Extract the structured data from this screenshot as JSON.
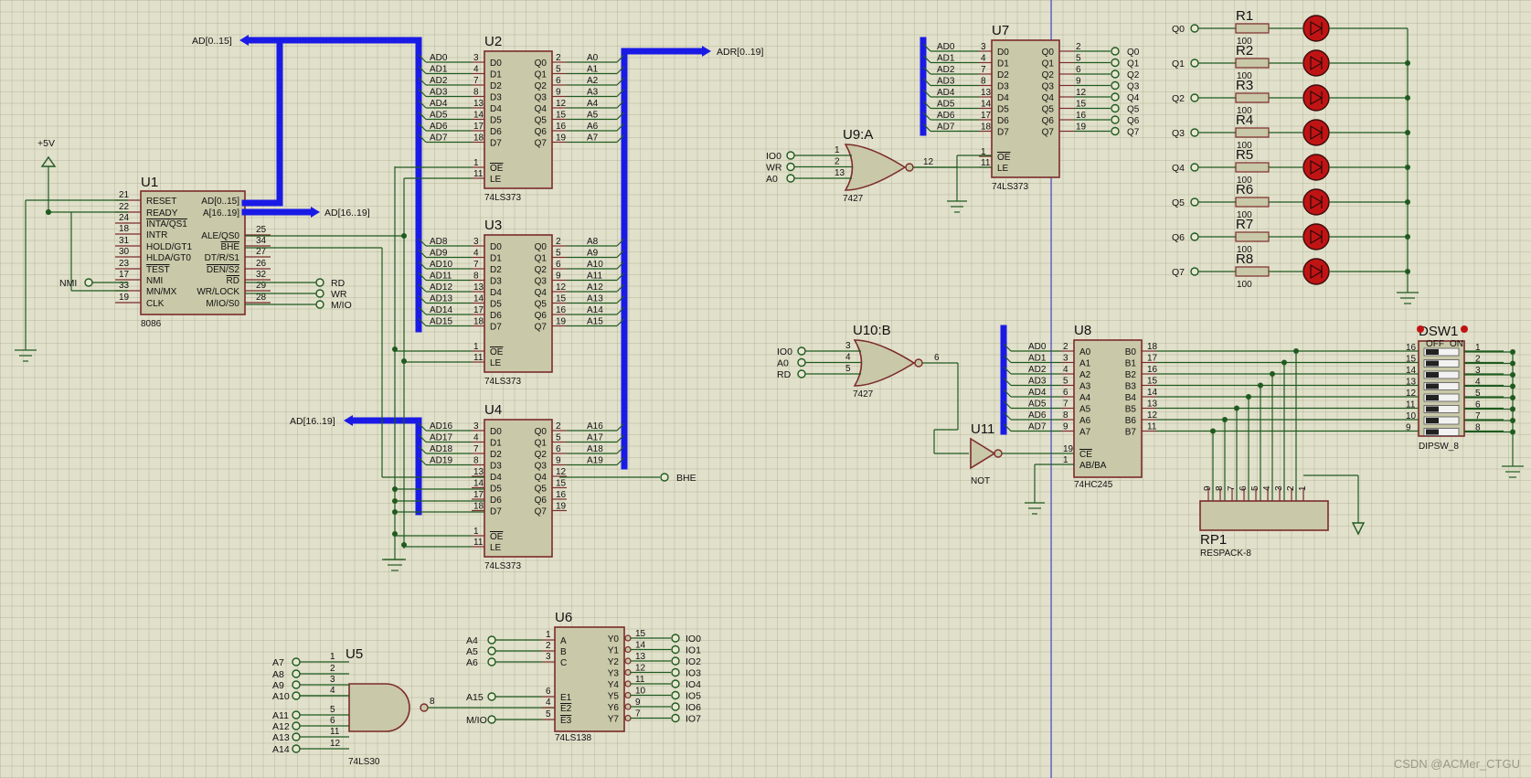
{
  "parts": {
    "U1": {
      "ref": "U1",
      "type": "8086",
      "left": [
        "RESET",
        "READY",
        "INTA/QS1",
        "INTR",
        "HOLD/GT1",
        "HLDA/GT0",
        "TEST",
        "NMI",
        "MN/MX",
        "CLK"
      ],
      "left_pins": [
        "21",
        "22",
        "24",
        "18",
        "31",
        "30",
        "23",
        "17",
        "33",
        "19"
      ],
      "right": [
        "AD[0..15]",
        "A[16..19]",
        "ALE/QS0",
        "BHE",
        "DT/R/S1",
        "DEN/S2",
        "RD",
        "WR/LOCK",
        "M/IO/S0"
      ],
      "right_pins": [
        "",
        "",
        "25",
        "34",
        "27",
        "26",
        "32",
        "29",
        "28"
      ]
    },
    "U2": {
      "ref": "U2",
      "type": "74LS373"
    },
    "U3": {
      "ref": "U3",
      "type": "74LS373"
    },
    "U4": {
      "ref": "U4",
      "type": "74LS373"
    },
    "U7": {
      "ref": "U7",
      "type": "74LS373"
    },
    "U5": {
      "ref": "U5",
      "type": "74LS30"
    },
    "U6": {
      "ref": "U6",
      "type": "74LS138"
    },
    "U9A": {
      "ref": "U9:A",
      "type": "7427"
    },
    "U10B": {
      "ref": "U10:B",
      "type": "7427"
    },
    "U11": {
      "ref": "U11",
      "type": "NOT"
    },
    "U8": {
      "ref": "U8",
      "type": "74HC245"
    },
    "DSW1": {
      "ref": "DSW1",
      "type": "DIPSW_8",
      "off": "OFF",
      "on": "ON"
    },
    "RP1": {
      "ref": "RP1",
      "type": "RESPACK-8"
    }
  },
  "latch_pins": {
    "D": [
      "D0",
      "D1",
      "D2",
      "D3",
      "D4",
      "D5",
      "D6",
      "D7"
    ],
    "Q": [
      "Q0",
      "Q1",
      "Q2",
      "Q3",
      "Q4",
      "Q5",
      "Q6",
      "Q7"
    ],
    "in_nums": [
      "3",
      "4",
      "7",
      "8",
      "13",
      "14",
      "17",
      "18"
    ],
    "out_nums": [
      "2",
      "5",
      "6",
      "9",
      "12",
      "15",
      "16",
      "19"
    ],
    "oe": "OE",
    "le": "LE",
    "oe_num": "1",
    "le_num": "11"
  },
  "U2_in": [
    "AD0",
    "AD1",
    "AD2",
    "AD3",
    "AD4",
    "AD5",
    "AD6",
    "AD7"
  ],
  "U2_out": [
    "A0",
    "A1",
    "A2",
    "A3",
    "A4",
    "A5",
    "A6",
    "A7"
  ],
  "U3_in": [
    "AD8",
    "AD9",
    "AD10",
    "AD11",
    "AD12",
    "AD13",
    "AD14",
    "AD15"
  ],
  "U3_out": [
    "A8",
    "A9",
    "A10",
    "A11",
    "A12",
    "A13",
    "A14",
    "A15"
  ],
  "U4_in": [
    "AD16",
    "AD17",
    "AD18",
    "AD19"
  ],
  "U4_out": [
    "A16",
    "A17",
    "A18",
    "A19"
  ],
  "U7_in": [
    "AD0",
    "AD1",
    "AD2",
    "AD3",
    "AD4",
    "AD5",
    "AD6",
    "AD7"
  ],
  "U7_out": [
    "Q0",
    "Q1",
    "Q2",
    "Q3",
    "Q4",
    "Q5",
    "Q6",
    "Q7"
  ],
  "nets": {
    "ad015": "AD[0..15]",
    "ad1619a": "AD[16..19]",
    "ad1619b": "AD[16..19]",
    "adr": "ADR[0..19]",
    "p5v": "+5V",
    "nmi": "NMI",
    "rd": "RD",
    "wr": "WR",
    "mio": "M/IO",
    "bhe": "BHE"
  },
  "u9_inputs": [
    "IO0",
    "WR",
    "A0"
  ],
  "u9_pins": [
    "1",
    "2",
    "13"
  ],
  "u9_out": "12",
  "u10_inputs": [
    "IO0",
    "A0",
    "RD"
  ],
  "u10_pins": [
    "3",
    "4",
    "5"
  ],
  "u10_out": "6",
  "u11_pins": {
    "in": "19",
    "ab": "1"
  },
  "u5_inputs": [
    "A7",
    "A8",
    "A9",
    "A10",
    "A11",
    "A12",
    "A13",
    "A14"
  ],
  "u5_pins": [
    "1",
    "2",
    "3",
    "4",
    "5",
    "6",
    "11",
    "12"
  ],
  "u5_out": "8",
  "u6_left": [
    "A",
    "B",
    "C",
    "E1",
    "E2",
    "E3"
  ],
  "u6_left_pins": [
    "1",
    "2",
    "3",
    "6",
    "4",
    "5"
  ],
  "u6_in_terms": [
    "A4",
    "A5",
    "A6",
    "A15",
    "M/IO"
  ],
  "u6_right": [
    "Y0",
    "Y1",
    "Y2",
    "Y3",
    "Y4",
    "Y5",
    "Y6",
    "Y7"
  ],
  "u6_right_pins": [
    "15",
    "14",
    "13",
    "12",
    "11",
    "10",
    "9",
    "7"
  ],
  "u6_outs": [
    "IO0",
    "IO1",
    "IO2",
    "IO3",
    "IO4",
    "IO5",
    "IO6",
    "IO7"
  ],
  "u8_left": [
    "A0",
    "A1",
    "A2",
    "A3",
    "A4",
    "A5",
    "A6",
    "A7"
  ],
  "u8_left_pins": [
    "2",
    "3",
    "4",
    "5",
    "6",
    "7",
    "8",
    "9"
  ],
  "u8_right": [
    "B0",
    "B1",
    "B2",
    "B3",
    "B4",
    "B5",
    "B6",
    "B7"
  ],
  "u8_right_pins": [
    "18",
    "17",
    "16",
    "15",
    "14",
    "13",
    "12",
    "11"
  ],
  "u8_ctrl": [
    "CE",
    "AB/BA"
  ],
  "u8_in": [
    "AD0",
    "AD1",
    "AD2",
    "AD3",
    "AD4",
    "AD5",
    "AD6",
    "AD7"
  ],
  "dsw_left": [
    "16",
    "15",
    "14",
    "13",
    "12",
    "11",
    "10",
    "9"
  ],
  "dsw_right": [
    "1",
    "2",
    "3",
    "4",
    "5",
    "6",
    "7",
    "8"
  ],
  "rp_pins": [
    "9",
    "8",
    "7",
    "6",
    "5",
    "4",
    "3",
    "2",
    "1"
  ],
  "leds": {
    "inputs": [
      "Q0",
      "Q1",
      "Q2",
      "Q3",
      "Q4",
      "Q5",
      "Q6",
      "Q7"
    ],
    "refs": [
      "R1",
      "R2",
      "R3",
      "R4",
      "R5",
      "R6",
      "R7",
      "R8"
    ],
    "value": "100"
  },
  "watermark": "CSDN @ACMer_CTGU"
}
